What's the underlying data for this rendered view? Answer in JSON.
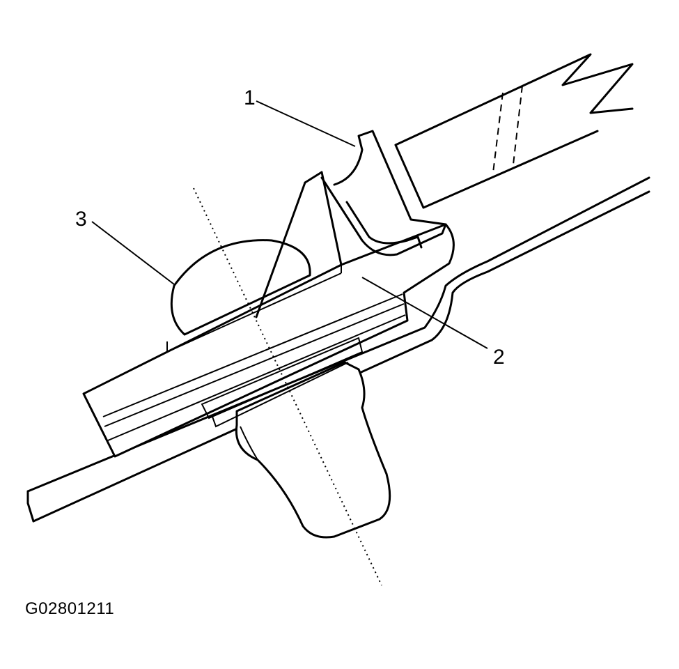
{
  "callouts": {
    "c1": "1",
    "c2": "2",
    "c3": "3"
  },
  "figure_id": "G02801211"
}
